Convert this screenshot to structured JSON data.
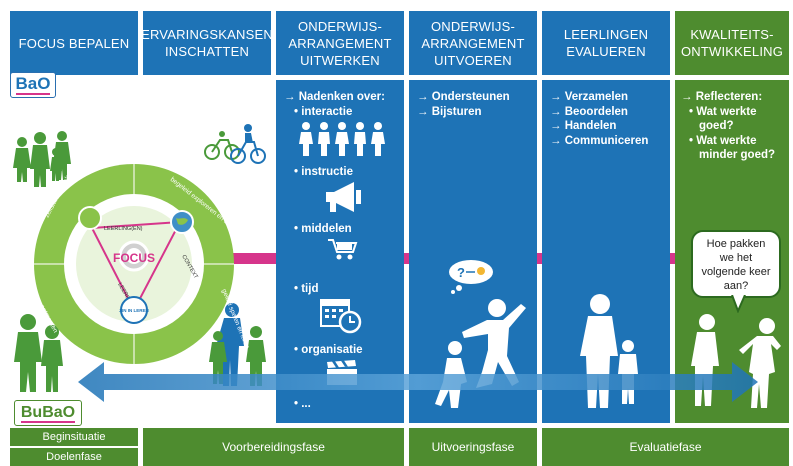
{
  "headers": [
    {
      "text": "FOCUS BEPALEN"
    },
    {
      "text": "ERVARINGSKANSEN\nINSCHATTEN"
    },
    {
      "text": "ONDERWIJS-\nARRANGEMENT\nUITWERKEN"
    },
    {
      "text": "ONDERWIJS-\nARRANGEMENT\nUITVOEREN"
    },
    {
      "text": "LEERLINGEN\nEVALUEREN"
    },
    {
      "text": "KWALITEITS-\nONTWIKKELING"
    }
  ],
  "logos": {
    "bao": "BaO",
    "bubao": "BuBaO"
  },
  "col_uitwerken": {
    "intro": "→ Nadenken over:",
    "items": [
      "• interactie",
      "• instructie",
      "• middelen",
      "• tijd",
      "• organisatie",
      "• ..."
    ]
  },
  "col_uitvoeren": {
    "items": [
      "→ Ondersteunen",
      "→ Bijsturen"
    ]
  },
  "col_evalueren": {
    "items": [
      "→ Verzamelen",
      "→ Beoordelen",
      "→ Handelen",
      "→ Communiceren"
    ]
  },
  "col_kwaliteit": {
    "intro": "→ Reflecteren:",
    "items": [
      "• Wat werkte goed?",
      "• Wat werkte minder goed?"
    ],
    "bubble": "Hoe pakken we het volgende keer aan?"
  },
  "wheel": {
    "center": "FOCUS",
    "inner": [
      "LEERLING(EN)",
      "CONTEXT",
      "LEERINHOUD"
    ],
    "badge": "ZIN IN LEREN",
    "outer": [
      "zelfstandig spelen en leren",
      "begeleid exploreren en beleven",
      "geleid spelen en leren",
      "ontmoeten"
    ]
  },
  "phases": {
    "beginsituatie": "Beginsituatie",
    "doelenfase": "Doelenfase",
    "voorbereiding": "Voorbereidingsfase",
    "uitvoering": "Uitvoeringsfase",
    "evaluatie": "Evaluatiefase"
  },
  "colors": {
    "blue": "#1e73b6",
    "dark_blue": "#0f5a93",
    "green": "#4e8c2f",
    "light_green": "#8ac34a",
    "pink": "#d6358b"
  }
}
